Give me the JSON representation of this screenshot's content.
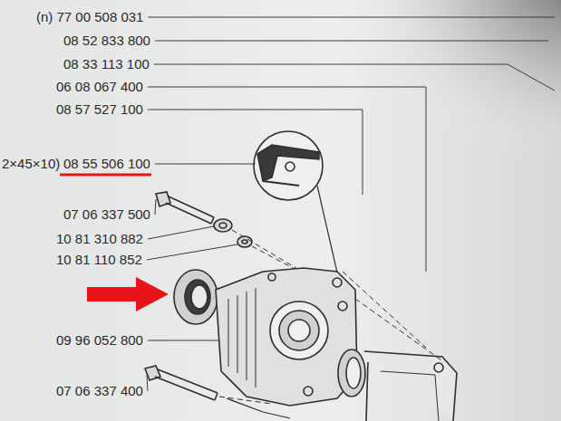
{
  "diagram": {
    "labels": [
      "(n) 77 00 508 031",
      "08 52 833 800",
      "08 33 113 100",
      "06 08 067 400",
      "08 57 527 100",
      "2×45×10)",
      "08 55 506 100",
      "07 06 337 500",
      "10 81 310 882",
      "10 81 110 852",
      "09 96 052 800",
      "07 06 337 400"
    ]
  }
}
